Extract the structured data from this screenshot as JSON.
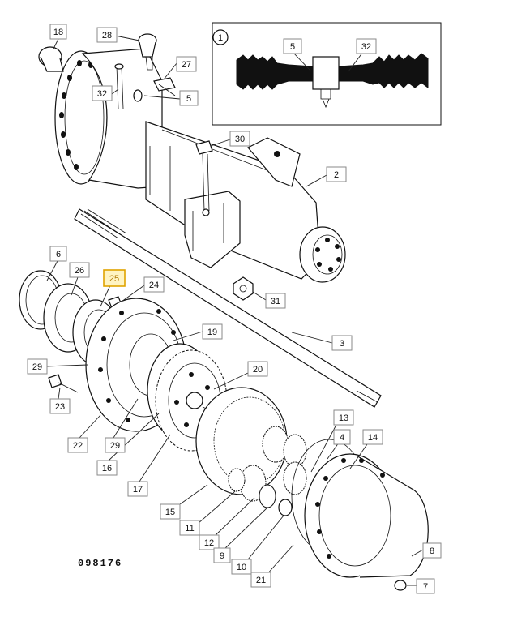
{
  "drawing_code": "098176",
  "inset": {
    "marker": "1"
  },
  "labels": [
    {
      "id": "18",
      "text": "18"
    },
    {
      "id": "28",
      "text": "28"
    },
    {
      "id": "27",
      "text": "27"
    },
    {
      "id": "32a",
      "text": "32"
    },
    {
      "id": "5a",
      "text": "5"
    },
    {
      "id": "30",
      "text": "30"
    },
    {
      "id": "2",
      "text": "2"
    },
    {
      "id": "3",
      "text": "3"
    },
    {
      "id": "31",
      "text": "31"
    },
    {
      "id": "6",
      "text": "6"
    },
    {
      "id": "26",
      "text": "26"
    },
    {
      "id": "25",
      "text": "25"
    },
    {
      "id": "24",
      "text": "24"
    },
    {
      "id": "19",
      "text": "19"
    },
    {
      "id": "29a",
      "text": "29"
    },
    {
      "id": "23",
      "text": "23"
    },
    {
      "id": "22",
      "text": "22"
    },
    {
      "id": "29b",
      "text": "29"
    },
    {
      "id": "16",
      "text": "16"
    },
    {
      "id": "20",
      "text": "20"
    },
    {
      "id": "17",
      "text": "17"
    },
    {
      "id": "13",
      "text": "13"
    },
    {
      "id": "4",
      "text": "4"
    },
    {
      "id": "14",
      "text": "14"
    },
    {
      "id": "15",
      "text": "15"
    },
    {
      "id": "11",
      "text": "11"
    },
    {
      "id": "12",
      "text": "12"
    },
    {
      "id": "9",
      "text": "9"
    },
    {
      "id": "10",
      "text": "10"
    },
    {
      "id": "21",
      "text": "21"
    },
    {
      "id": "8",
      "text": "8"
    },
    {
      "id": "7",
      "text": "7"
    },
    {
      "id": "5b",
      "text": "5"
    },
    {
      "id": "32b",
      "text": "32"
    }
  ],
  "highlighted_label": "25"
}
